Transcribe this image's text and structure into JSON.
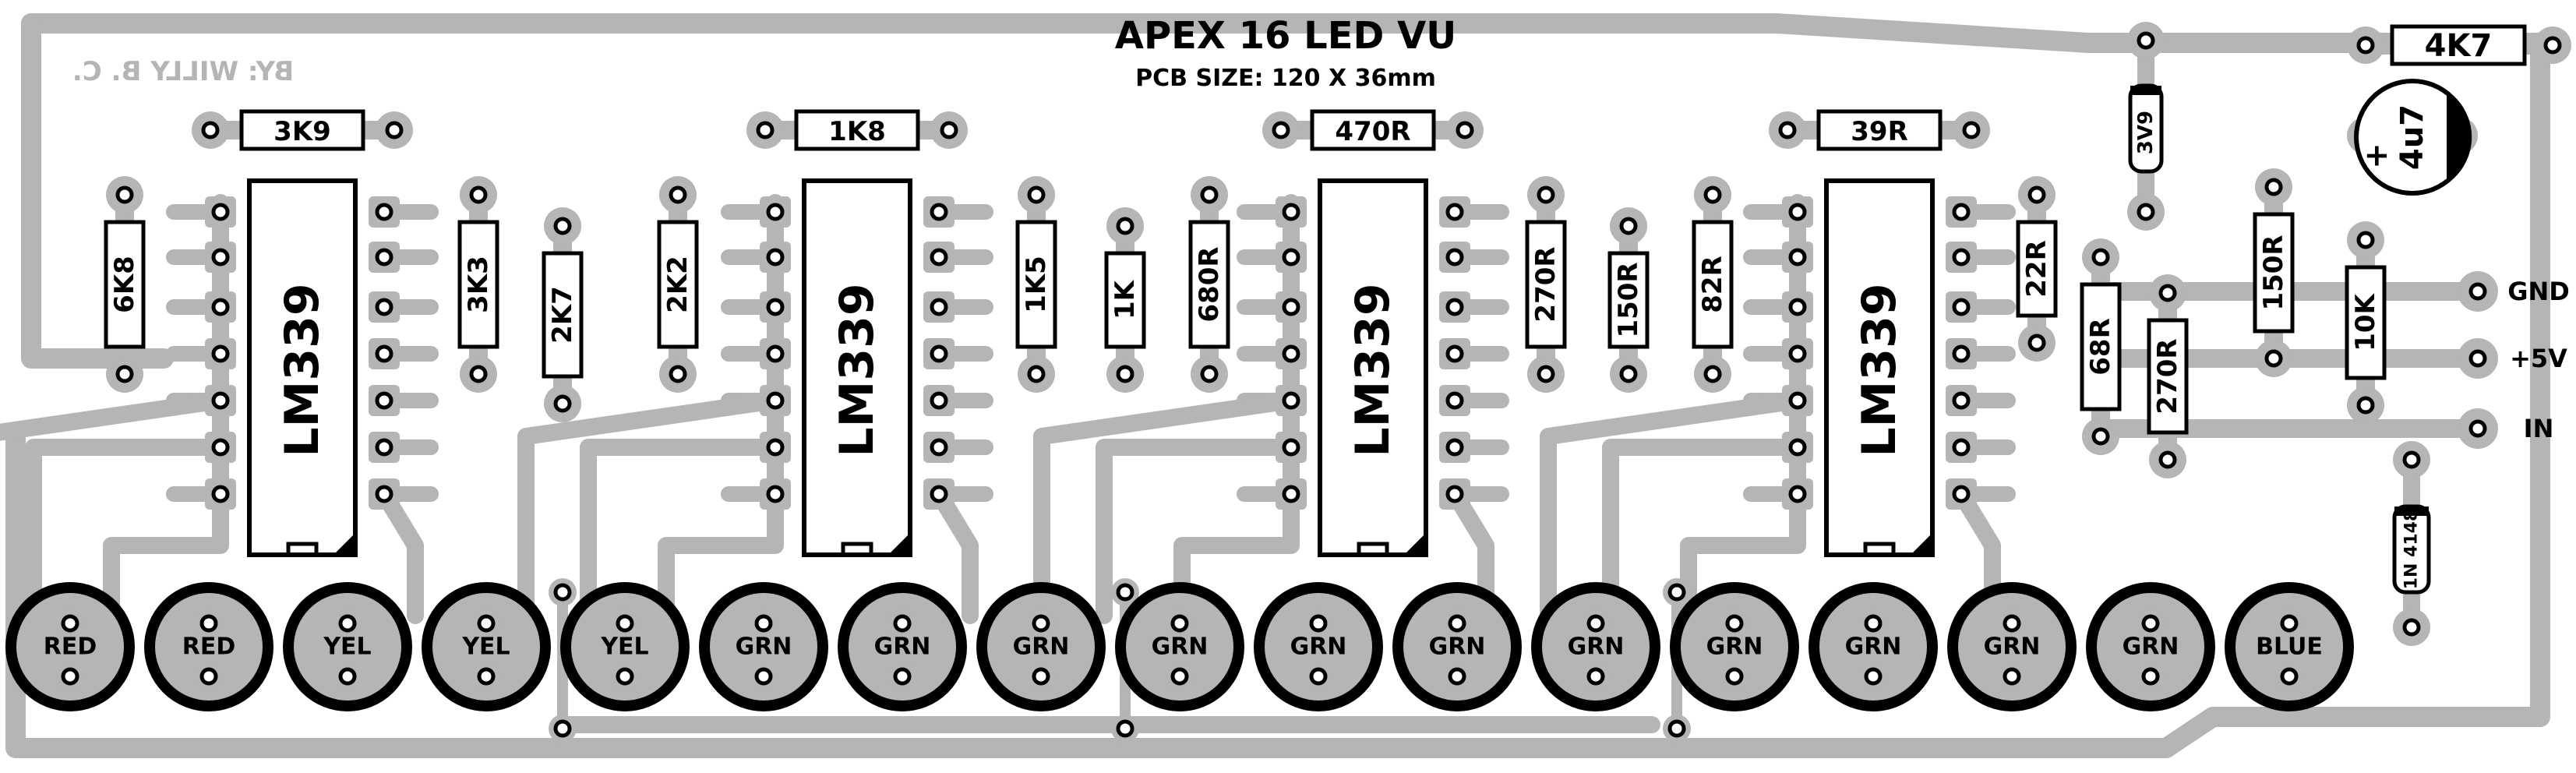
{
  "board": {
    "title": "APEX 16 LED VU",
    "subtitle": "PCB SIZE: 120 X 36mm",
    "author": "BY: WILLY B. C.",
    "colors": {
      "trace": "#b5b5b5",
      "ink": "#000000",
      "body": "#ffffff",
      "paper": "#ffffff"
    }
  },
  "ics": [
    {
      "label": "LM339"
    },
    {
      "label": "LM339"
    },
    {
      "label": "LM339"
    },
    {
      "label": "LM339"
    }
  ],
  "resistors": [
    {
      "label": "3K9"
    },
    {
      "label": "1K8"
    },
    {
      "label": "470R"
    },
    {
      "label": "39R"
    },
    {
      "label": "6K8"
    },
    {
      "label": "3K3"
    },
    {
      "label": "2K7"
    },
    {
      "label": "2K2"
    },
    {
      "label": "1K5"
    },
    {
      "label": "1K"
    },
    {
      "label": "680R"
    },
    {
      "label": "270R"
    },
    {
      "label": "150R"
    },
    {
      "label": "82R"
    },
    {
      "label": "22R"
    },
    {
      "label": "68R"
    },
    {
      "label": "270R"
    },
    {
      "label": "150R"
    },
    {
      "label": "10K"
    },
    {
      "label": "4K7"
    }
  ],
  "zener": {
    "label": "3V9"
  },
  "diode": {
    "label": "1N 4148"
  },
  "capacitor": {
    "label": "4u7",
    "polarity": "+"
  },
  "connectors": [
    {
      "label": "GND"
    },
    {
      "label": "+5V"
    },
    {
      "label": "IN"
    }
  ],
  "leds": [
    {
      "label": "RED"
    },
    {
      "label": "RED"
    },
    {
      "label": "YEL"
    },
    {
      "label": "YEL"
    },
    {
      "label": "YEL"
    },
    {
      "label": "GRN"
    },
    {
      "label": "GRN"
    },
    {
      "label": "GRN"
    },
    {
      "label": "GRN"
    },
    {
      "label": "GRN"
    },
    {
      "label": "GRN"
    },
    {
      "label": "GRN"
    },
    {
      "label": "GRN"
    },
    {
      "label": "GRN"
    },
    {
      "label": "GRN"
    },
    {
      "label": "GRN"
    },
    {
      "label": "BLUE"
    }
  ]
}
